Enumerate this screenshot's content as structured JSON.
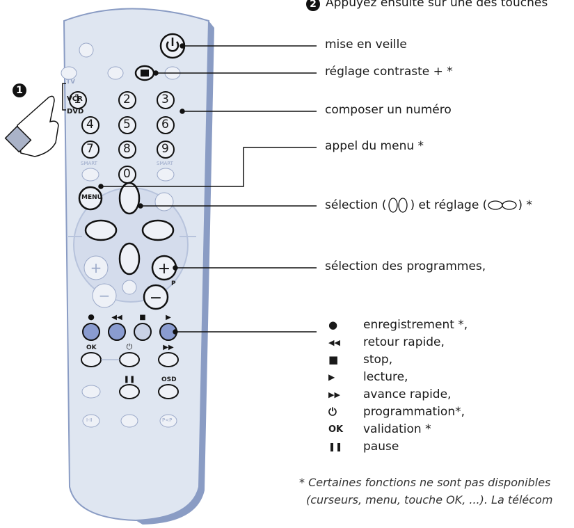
{
  "header": {
    "step2": "Appuyez ensuite sur une des touches"
  },
  "steps": {
    "step1_number": "1",
    "step2_number": "2"
  },
  "mode_switch": {
    "tv": "TV",
    "vcr": "VCR",
    "dvd": "DVD"
  },
  "remote": {
    "digits": [
      "1",
      "2",
      "3",
      "4",
      "5",
      "6",
      "7",
      "8",
      "9",
      "0"
    ],
    "smart_left": "SMART",
    "smart_right": "SMART",
    "menu": "MENU",
    "p_label": "P",
    "ok_label": "OK",
    "osd_label": "OSD",
    "bottom_left_label": "I-II",
    "bottom_right_label": "P<P"
  },
  "callouts": [
    "mise en veille",
    "réglage contraste + *",
    "composer un numéro",
    "appel du menu *",
    "sélection (",
    ") et réglage (",
    ") *",
    "sélection des programmes,"
  ],
  "legend": [
    {
      "symbol": "●",
      "text": "enregistrement *,"
    },
    {
      "symbol": "◀◀",
      "text": "retour rapide,"
    },
    {
      "symbol": "■",
      "text": "stop,"
    },
    {
      "symbol": "▶",
      "text": "lecture,"
    },
    {
      "symbol": "▶▶",
      "text": "avance rapide,"
    },
    {
      "symbol": "⏻",
      "text": "programmation*,"
    },
    {
      "symbol": "OK",
      "text": "validation *"
    },
    {
      "symbol": "❚❚",
      "text": "pause"
    }
  ],
  "footnote": {
    "line1": "* Certaines fonctions ne sont pas disponibles",
    "line2": "(curseurs, menu, touche OK, ...). La télécom"
  },
  "colors": {
    "remote_body": "#dfe6f1",
    "remote_edge": "#8a9cc4",
    "button_fill": "#eef1f7",
    "record_button": "#8a9cd0",
    "stop_button": "#c9d2e6"
  }
}
